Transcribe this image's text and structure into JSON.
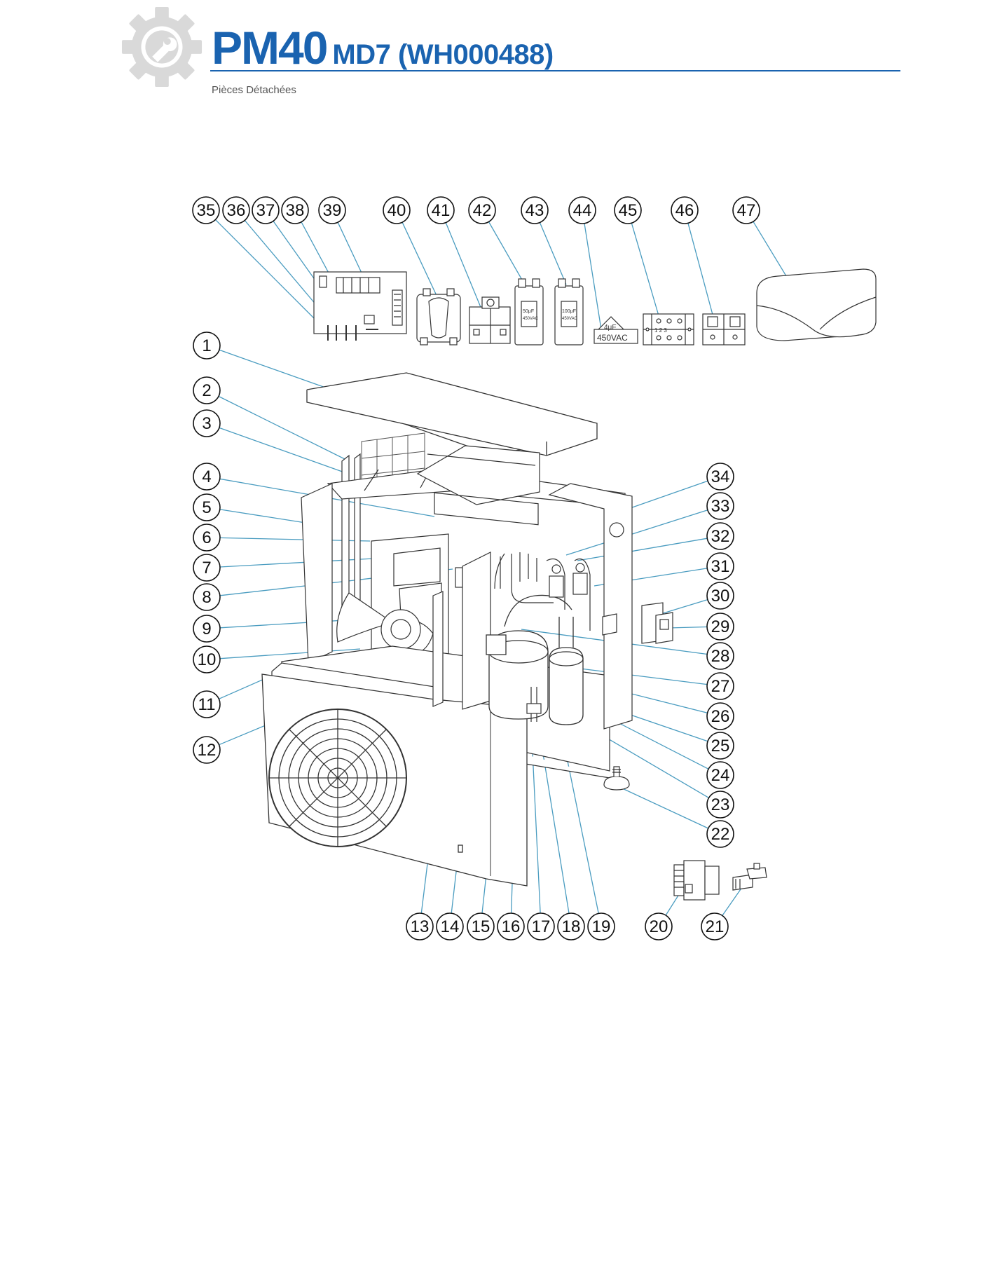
{
  "header": {
    "model": "PM40",
    "variant": "MD7 (WH000488)",
    "subtitle": "Pièces Détachées",
    "logo_icon": "wrench-gear-icon",
    "accent_color": "#1a63b0"
  },
  "diagram": {
    "callouts": [
      "1",
      "2",
      "3",
      "4",
      "5",
      "6",
      "7",
      "8",
      "9",
      "10",
      "11",
      "12",
      "13",
      "14",
      "15",
      "16",
      "17",
      "18",
      "19",
      "20",
      "21",
      "22",
      "23",
      "24",
      "25",
      "26",
      "27",
      "28",
      "29",
      "30",
      "31",
      "32",
      "33",
      "34",
      "35",
      "36",
      "37",
      "38",
      "39",
      "40",
      "41",
      "42",
      "43",
      "44",
      "45",
      "46",
      "47"
    ],
    "component_labels": {
      "capacitor_42": "50μF",
      "capacitor_42_voltage": "450VAC",
      "capacitor_43": "100μF",
      "capacitor_43_voltage": "450VAC",
      "capacitor_44": "4μF",
      "capacitor_44_voltage": "450VAC",
      "terminal_45": "1 2 3"
    }
  }
}
